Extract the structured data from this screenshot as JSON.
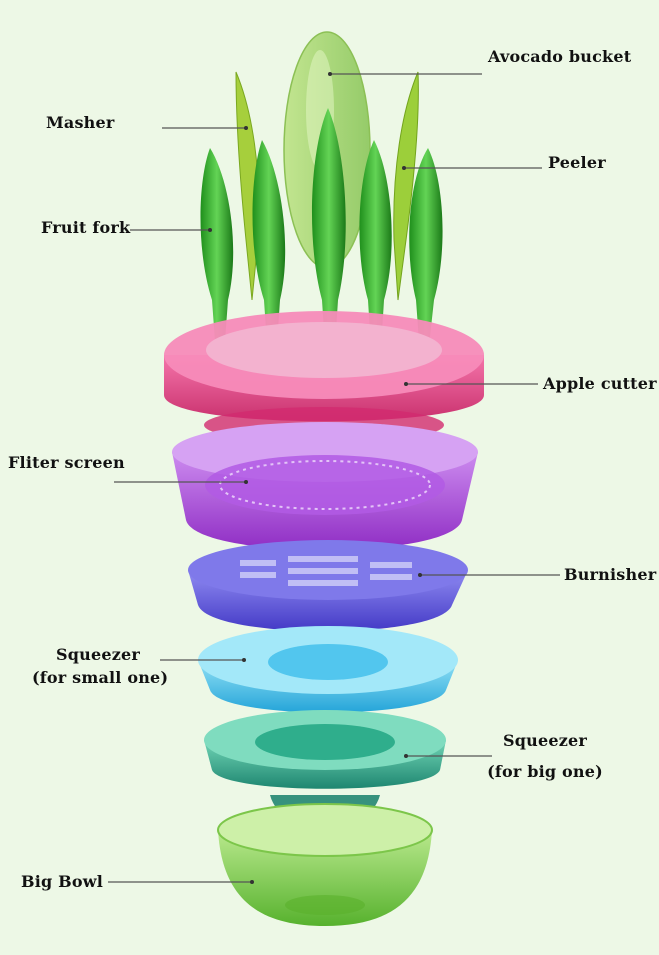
{
  "diagram": {
    "parts": [
      {
        "id": "avocado-bucket",
        "label": "Avocado bucket"
      },
      {
        "id": "masher",
        "label": "Masher"
      },
      {
        "id": "peeler",
        "label": "Peeler"
      },
      {
        "id": "fruit-fork",
        "label": "Fruit fork"
      },
      {
        "id": "apple-cutter",
        "label": "Apple cutter"
      },
      {
        "id": "filter-screen",
        "label": "Fliter screen"
      },
      {
        "id": "burnisher",
        "label": "Burnisher"
      },
      {
        "id": "squeezer-small",
        "label": "Squeezer",
        "sublabel": "(for small one)"
      },
      {
        "id": "squeezer-big",
        "label": "Squeezer",
        "sublabel": "(for big one)"
      },
      {
        "id": "big-bowl",
        "label": "Big Bowl"
      }
    ],
    "colors": {
      "background": "#edf8e6",
      "stems": "#3fbf3a",
      "apple_cutter": "#e8337c",
      "filter_screen": "#a02fd6",
      "burnisher": "#4a3fd8",
      "squeezer_small": "#2ab6e6",
      "squeezer_big": "#1f9a7c",
      "big_bowl": "#6cc43a",
      "leader_line": "#555555"
    }
  }
}
